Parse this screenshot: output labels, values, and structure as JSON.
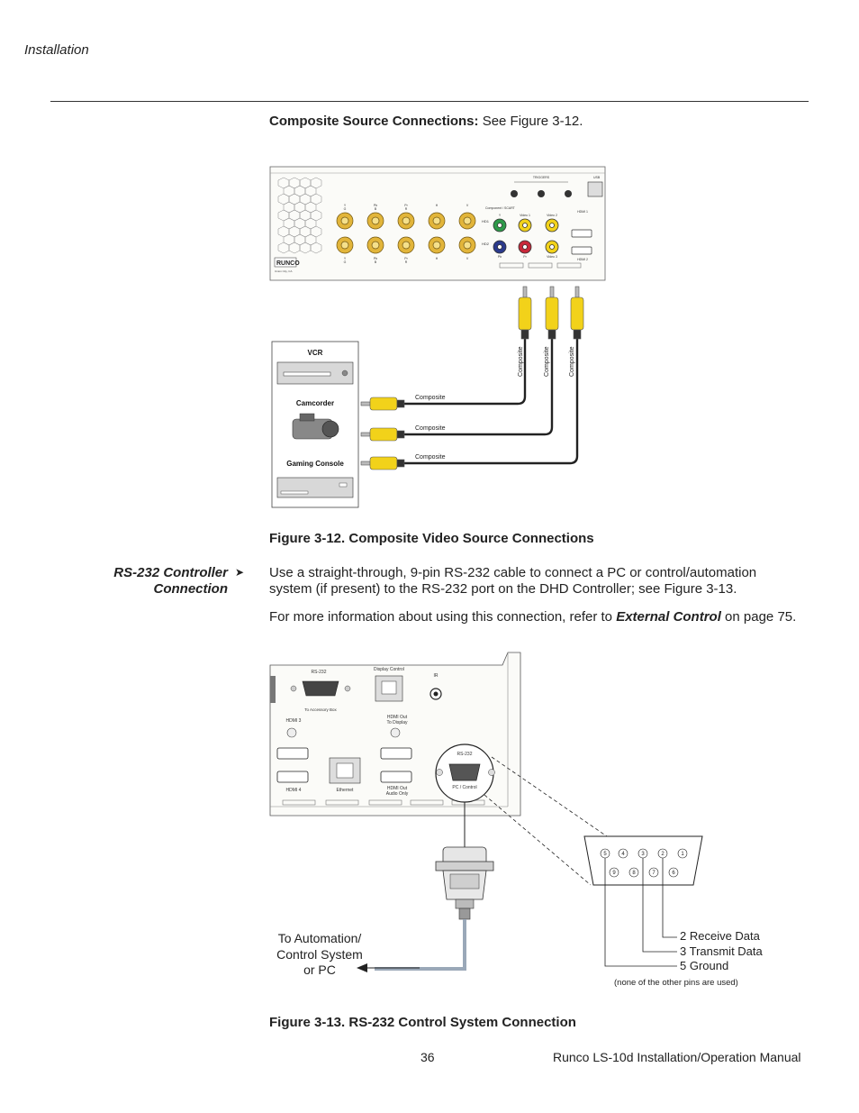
{
  "header": {
    "section": "Installation"
  },
  "composite": {
    "heading_bold": "Composite Source Connections:",
    "heading_rest": " See Figure 3-12.",
    "panel": {
      "triggers": "TRIGGERS",
      "usb": "USB",
      "component_scart": "Component / SCART",
      "hd1": "HD1",
      "hd2": "HD2",
      "video1": "Video 1",
      "video2": "Video 2",
      "video3": "Video 3",
      "hdmi1": "HDMI 1",
      "hdmi2": "HDMI 2",
      "col_labels_top": [
        "Y",
        "Pb",
        "Pr",
        "H",
        "V"
      ],
      "col_labels_top2": [
        "G",
        "B",
        "R",
        "",
        ""
      ],
      "col_labels_bottom": [
        "Y",
        "Pb",
        "Pr",
        "H",
        "V"
      ],
      "col_labels_bottom2": [
        "G",
        "B",
        "R",
        "",
        ""
      ],
      "y_label": "Y",
      "pb_label": "Pb",
      "pr_label": "Pr",
      "brand": "RUNCO",
      "brand_sub": "Union City, CA"
    },
    "devices": {
      "vcr": "VCR",
      "camcorder": "Camcorder",
      "gaming": "Gaming Console"
    },
    "cable_labels": [
      "Composite",
      "Composite",
      "Composite"
    ],
    "vertical_labels": [
      "Composite",
      "Composite",
      "Composite"
    ],
    "caption": "Figure 3-12. Composite Video Source Connections"
  },
  "rs232": {
    "side_heading_line1": "RS-232 Controller",
    "side_heading_line2": "Connection",
    "para1": "Use a straight-through, 9-pin RS-232 cable to connect a PC or control/automation system (if present) to the RS-232 port on the DHD Controller; see Figure 3-13.",
    "para2_pre": "For more information about using this connection, refer to ",
    "para2_link": "External Control",
    "para2_post": " on page 75.",
    "panel": {
      "rs232": "RS-232",
      "to_accessory": "To Accessory Box",
      "display_control": "Display Control",
      "ir": "IR",
      "hdmi3": "HDMI 3",
      "hdmi_out_display_1": "HDMI Out",
      "hdmi_out_display_2": "To Display",
      "hdmi4": "HDMI 4",
      "ethernet": "Ethernet",
      "hdmi_out_audio_1": "HDMI Out",
      "hdmi_out_audio_2": "Audio Only",
      "zoom_rs232": "RS-232",
      "pc_control": "PC / Control"
    },
    "pins_top": [
      "5",
      "4",
      "3",
      "2",
      "1"
    ],
    "pins_bottom": [
      "9",
      "8",
      "7",
      "6"
    ],
    "pin_notes": [
      "2 Receive Data",
      "3 Transmit Data",
      "5 Ground"
    ],
    "pin_footnote": "(none of the other pins are used)",
    "to_automation": [
      "To Automation/",
      "Control System",
      "or PC"
    ],
    "caption": "Figure 3-13. RS-232 Control System Connection"
  },
  "footer": {
    "page_number": "36",
    "manual_title": "Runco LS-10d Installation/Operation Manual"
  },
  "colors": {
    "rca_yellow": "#f2d21a",
    "panel_gold": "#e2b53a",
    "green_jack": "#2e9a4a",
    "blue_jack": "#2b3a8c",
    "red_jack": "#c8283a",
    "cable_gray": "#9aa8b8"
  }
}
